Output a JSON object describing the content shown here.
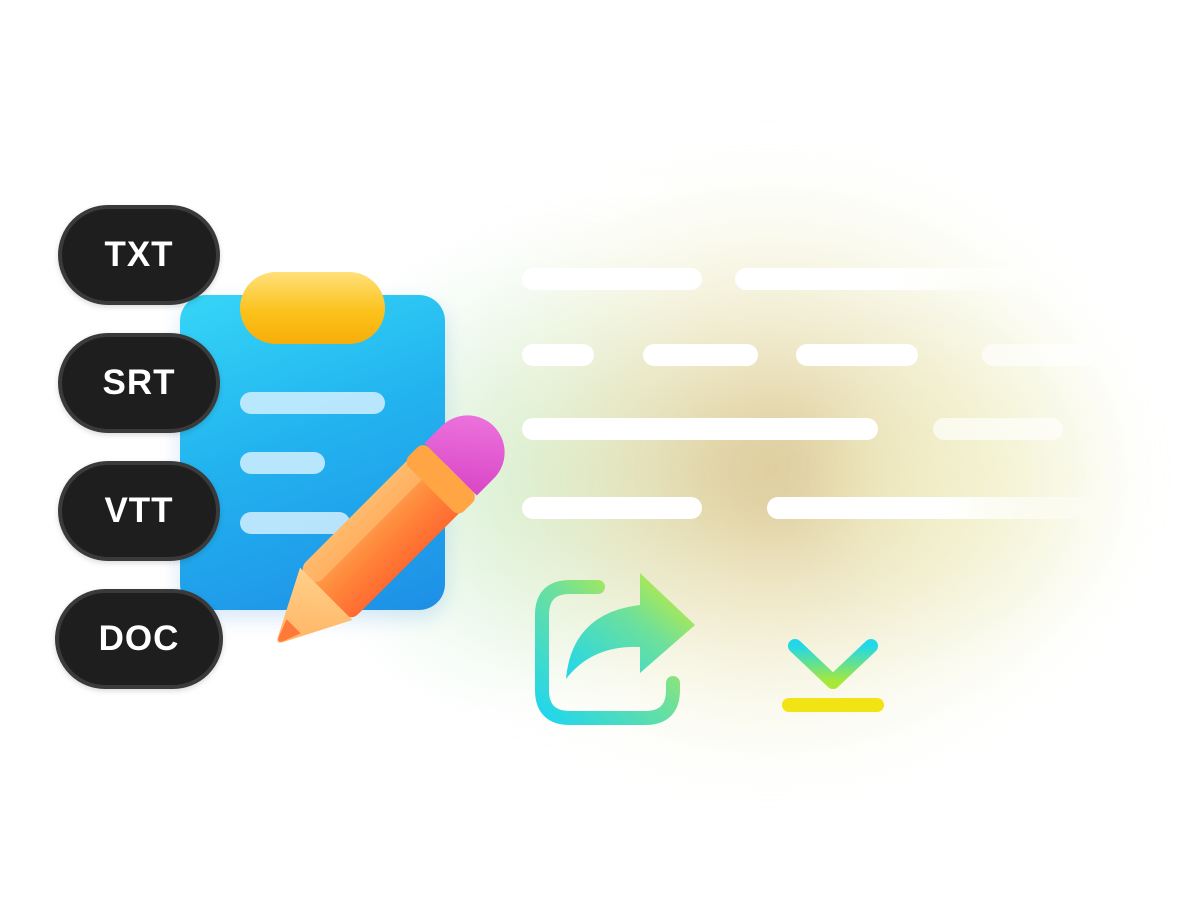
{
  "formats": [
    "TXT",
    "SRT",
    "VTT",
    "DOC"
  ],
  "icons": {
    "share": "share-icon",
    "download": "download-icon",
    "clipboard": "clipboard-icon",
    "pencil": "pencil-icon"
  },
  "colors": {
    "pill_background": "#1e1e1e",
    "pill_border": "#3a3a3a",
    "clipboard_blue": "#22b3ef",
    "clip_yellow": "#fcc21b",
    "pencil_orange": "#ff7a3a",
    "eraser_pink": "#ee5fd0",
    "icon_cyan": "#22d8e8",
    "icon_lime": "#d4ec28",
    "download_bar_yellow": "#f2e414"
  }
}
